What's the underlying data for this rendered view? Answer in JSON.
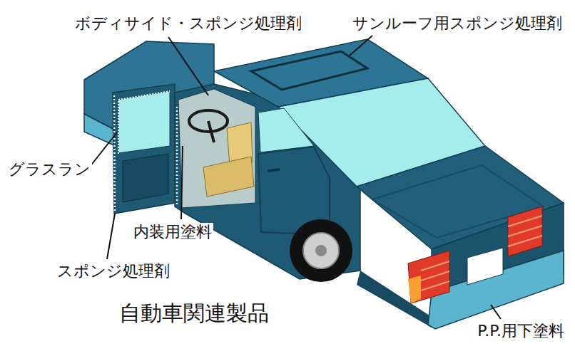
{
  "diagram": {
    "title": "自動車関連製品",
    "labels": [
      "ボディサイド・スポンジ処理剤",
      "サンルーフ用スポンジ処理剤",
      "グラスラン",
      "内装用塗料",
      "スポンジ処理剤",
      "P.P.用下塗料"
    ]
  }
}
